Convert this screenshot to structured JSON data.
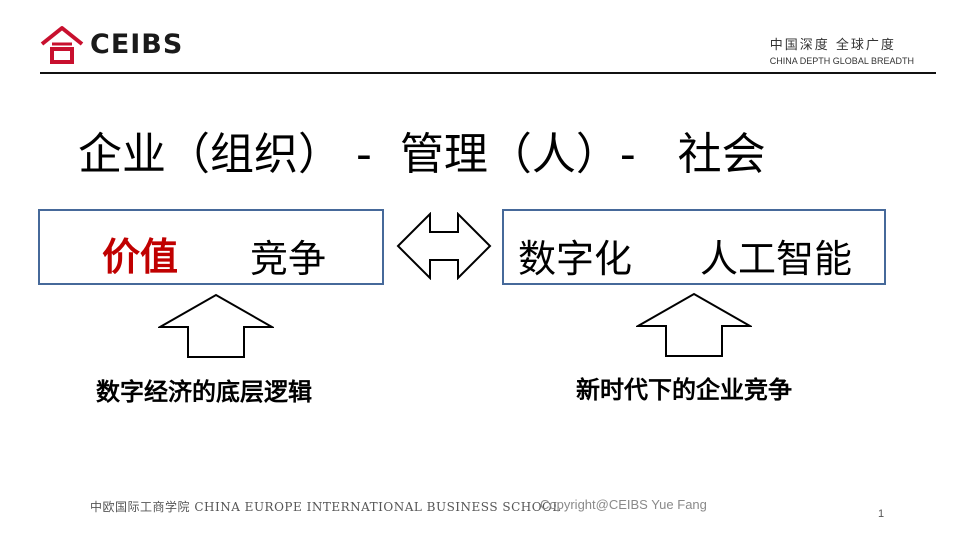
{
  "header": {
    "logo_text": "CEIBS",
    "tagline_cn": "中国深度 全球广度",
    "tagline_en": "CHINA DEPTH   GLOBAL BREADTH"
  },
  "slide": {
    "title": "企业（组织） -  管理（人）-   社会",
    "left_box": {
      "highlight": "价值",
      "text": "竞争"
    },
    "right_box": {
      "text1": "数字化",
      "text2": "人工智能"
    },
    "left_caption": "数字经济的底层逻辑",
    "right_caption": "新时代下的企业竞争"
  },
  "footer": {
    "school": "中欧国际工商学院  CHINA EUROPE INTERNATIONAL BUSINESS SCHOOL",
    "copyright": "Copyright@CEIBS Yue Fang",
    "page_number": "1"
  },
  "colors": {
    "logo_red": "#c8102e",
    "box_border": "#46699a",
    "highlight_red": "#c00000"
  }
}
